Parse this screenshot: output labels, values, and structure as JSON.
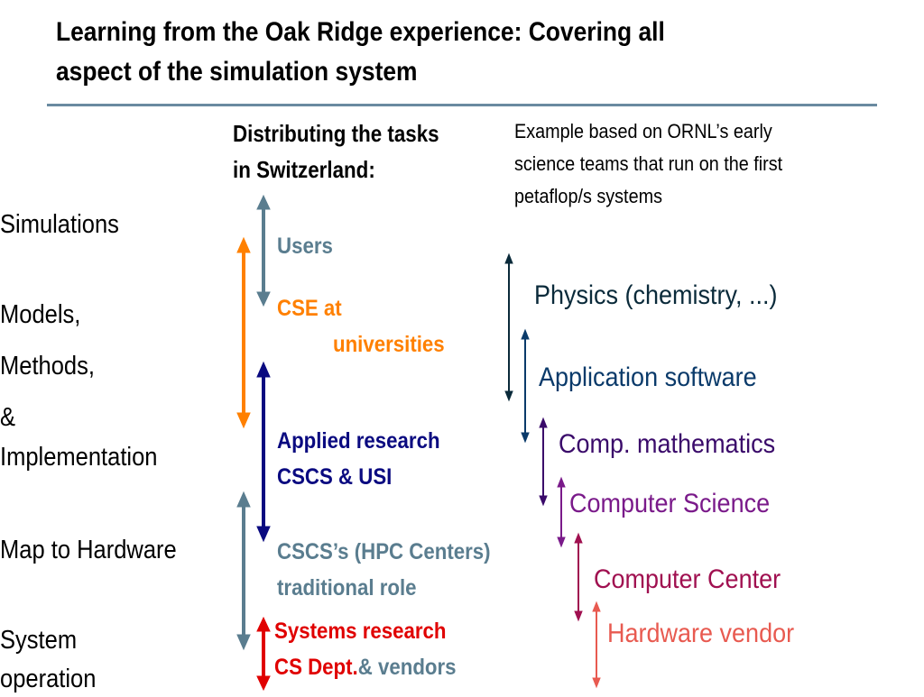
{
  "title": {
    "line1": "Learning from the Oak Ridge experience: Covering all",
    "line2": "aspect of the simulation system"
  },
  "heading": {
    "line1": "Distributing the tasks",
    "line2": "in Switzerland:"
  },
  "note": {
    "line1": "Example based on ORNL’s early",
    "line2": "science teams that run on the first",
    "line3": "petaflop/s systems"
  },
  "left_labels": {
    "simulations": "Simulations",
    "models": "Models,",
    "methods": "Methods,",
    "amp": "&",
    "implementation": "Implementation",
    "map_hardware": "Map to Hardware",
    "system": "System",
    "operation": "operation"
  },
  "middle": {
    "users": "Users",
    "cse_line1": "CSE at",
    "cse_line2": "universities",
    "applied_line1": "Applied research",
    "applied_line2": "CSCS & USI",
    "cscs_line1": "CSCS’s (HPC Centers)",
    "cscs_line2": "traditional role",
    "systems_line1": "Systems research",
    "systems_line2a": "CS Dept.",
    "systems_line2b": "& vendors"
  },
  "right": {
    "physics": "Physics (chemistry, ...)",
    "application": "Application software",
    "comp_math": "Comp. mathematics",
    "computer_science": "Computer Science",
    "computer_center": "Computer Center",
    "hardware_vendor": "Hardware vendor"
  },
  "colors": {
    "gray_blue": "#5a7d8f",
    "orange": "#ff8000",
    "navy": "#0a0a80",
    "red": "#e00000",
    "dark_teal": "#0a2a3a",
    "teal_blue": "#0a3a6a",
    "purple": "#3a0a6a",
    "violet": "#7a1a8a",
    "crimson": "#a01050",
    "salmon": "#e85a50"
  }
}
